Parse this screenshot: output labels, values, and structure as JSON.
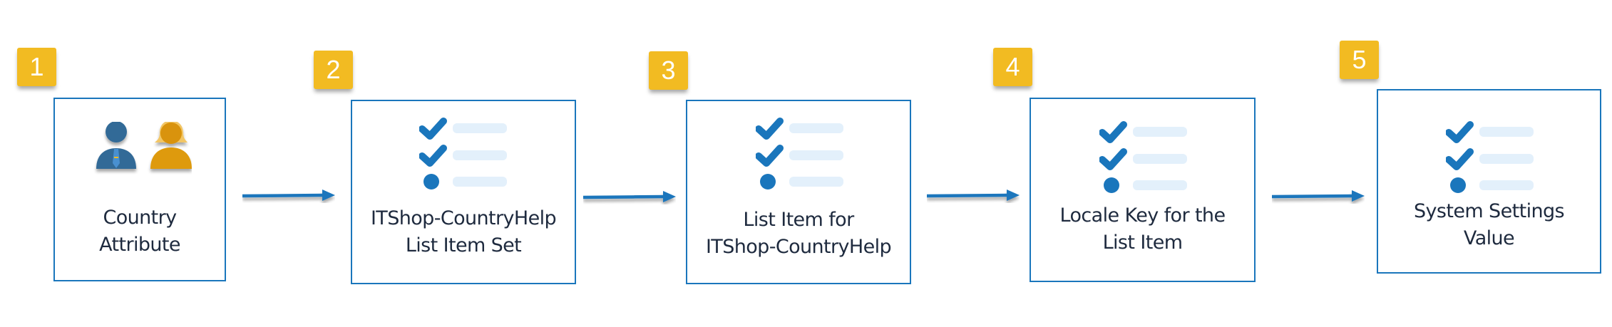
{
  "diagram": {
    "colors": {
      "accent": "#1A76BC",
      "badge": "#F2BB22",
      "badge_text": "#FFFFFF",
      "label_text": "#1E2A3E",
      "checklist_bar": "#E3F0FB",
      "male_icon": "#336A97",
      "female_icon": "#DE9A0C",
      "female_hair": "#F2C665"
    },
    "steps": [
      {
        "number": "1",
        "icon": "people-icon",
        "label_line1": "Country",
        "label_line2": "Attribute"
      },
      {
        "number": "2",
        "icon": "checklist-icon",
        "label_line1": "ITShop-CountryHelp",
        "label_line2": "List Item Set"
      },
      {
        "number": "3",
        "icon": "checklist-icon",
        "label_line1": "List Item for",
        "label_line2": "ITShop-CountryHelp"
      },
      {
        "number": "4",
        "icon": "checklist-icon",
        "label_line1": "Locale Key for the",
        "label_line2": "List Item"
      },
      {
        "number": "5",
        "icon": "checklist-icon",
        "label_line1": "System Settings",
        "label_line2": "Value"
      }
    ],
    "connectors": [
      {
        "from": "1",
        "to": "2",
        "icon": "arrow-right-icon"
      },
      {
        "from": "2",
        "to": "3",
        "icon": "arrow-right-icon"
      },
      {
        "from": "3",
        "to": "4",
        "icon": "arrow-right-icon"
      },
      {
        "from": "4",
        "to": "5",
        "icon": "arrow-right-icon"
      }
    ]
  }
}
